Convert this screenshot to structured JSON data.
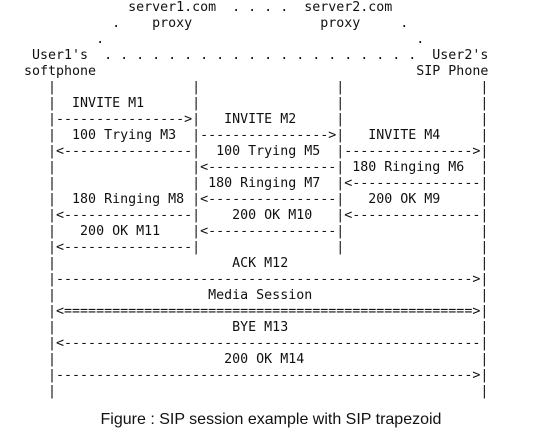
{
  "diagram_lines": [
    "                server1.com  . . . .  server2.com",
    "              .    proxy                proxy     .",
    "            .                                       .",
    "    User1's  . . . . . . . . . . . . . . . . . . . .  User2's",
    "   softphone                                        SIP Phone",
    "      |                 |                 |                 |",
    "      |  INVITE M1      |                 |                 |",
    "      |---------------->|   INVITE M2     |                 |",
    "      |  100 Trying M3  |---------------->|   INVITE M4     |",
    "      |<----------------|  100 Trying M5  |---------------->|",
    "      |                 |<----------------| 180 Ringing M6  |",
    "      |                 | 180 Ringing M7  |<----------------|",
    "      |  180 Ringing M8 |<----------------|   200 OK M9     |",
    "      |<----------------|    200 OK M10   |<----------------|",
    "      |   200 OK M11    |<----------------|                 |",
    "      |<----------------|                 |                 |",
    "      |                      ACK M12                        |",
    "      |---------------------------------------------------->|",
    "      |                   Media Session                     |",
    "      |<===================================================>|",
    "      |                      BYE M13                        |",
    "      |<----------------------------------------------------|",
    "      |                     200 OK M14                      |",
    "      |---------------------------------------------------->|",
    "      |                                                     |"
  ],
  "caption": "Figure : SIP session example with SIP trapezoid"
}
